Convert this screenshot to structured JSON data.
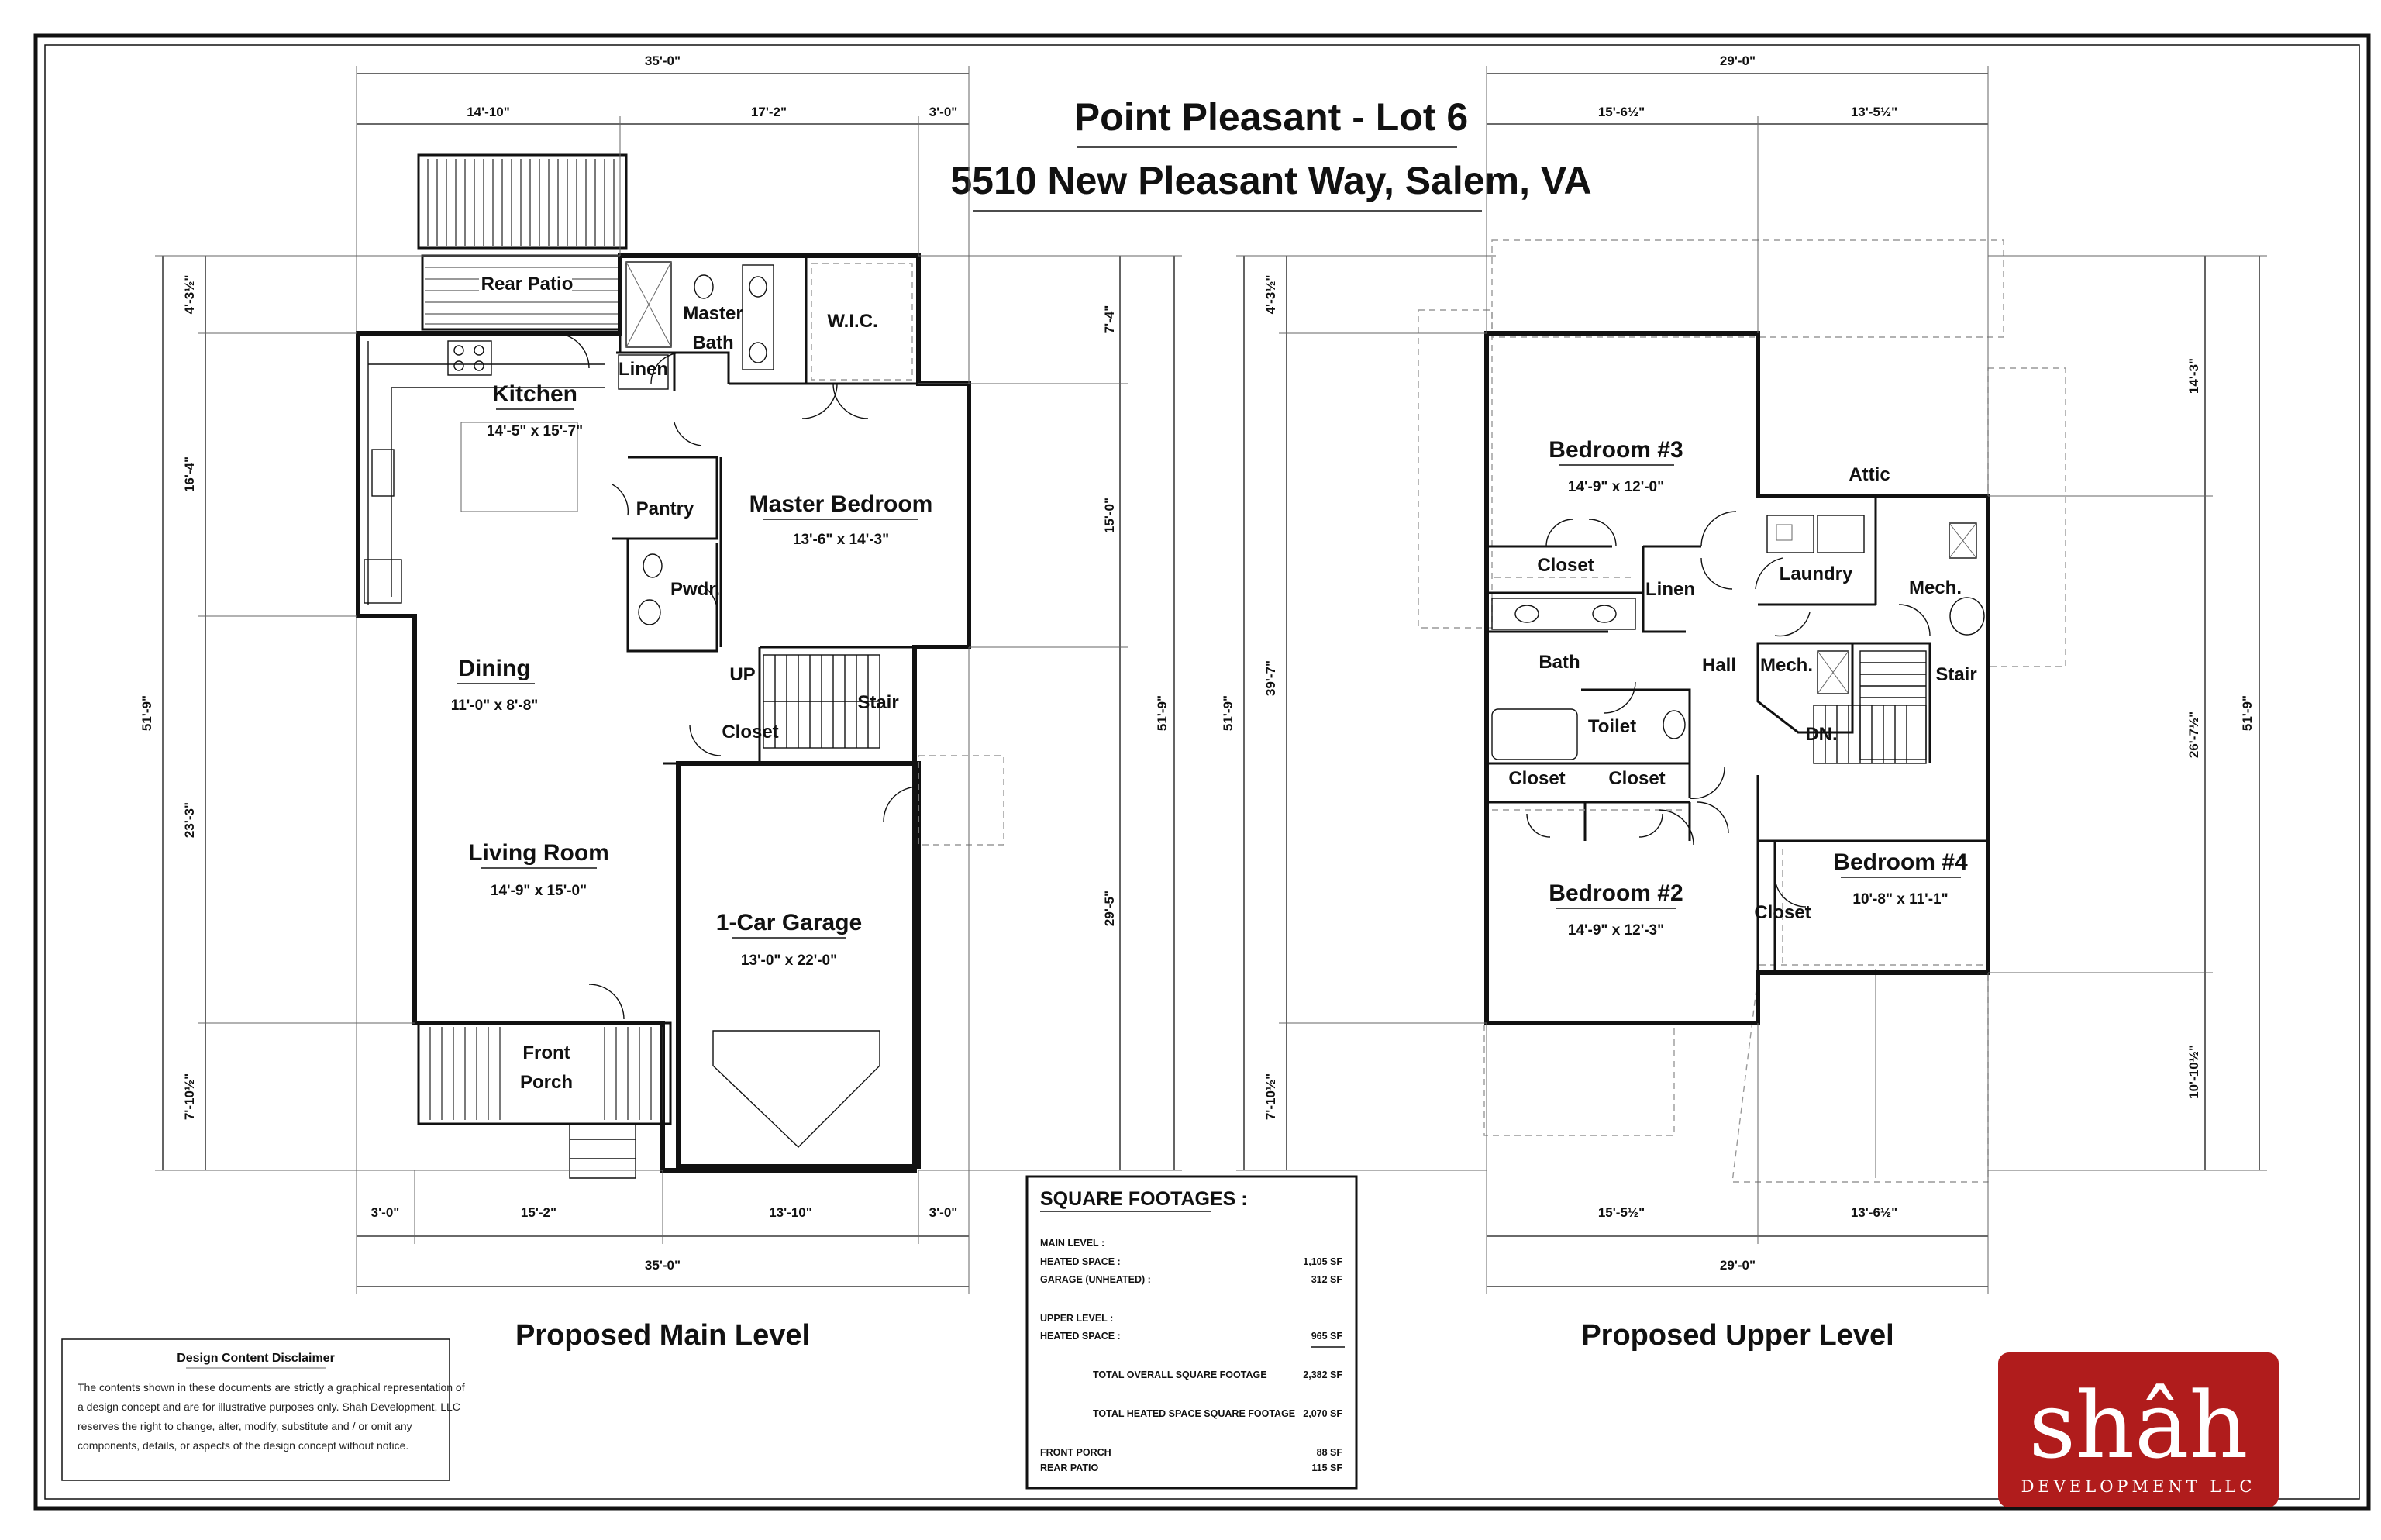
{
  "title": {
    "line1": "Point Pleasant - Lot 6",
    "line2": "5510 New Pleasant Way, Salem, VA"
  },
  "main_level": {
    "label": "Proposed Main Level",
    "rooms": [
      {
        "name": "Rear Patio",
        "dims": ""
      },
      {
        "name": "Kitchen",
        "dims": "14'-5\" x 15'-7\""
      },
      {
        "name": "Master",
        "dims": ""
      },
      {
        "name": "Bath",
        "dims": ""
      },
      {
        "name": "W.I.C.",
        "dims": ""
      },
      {
        "name": "Linen",
        "dims": ""
      },
      {
        "name": "Pantry",
        "dims": ""
      },
      {
        "name": "Master Bedroom",
        "dims": "13'-6\" x 14'-3\""
      },
      {
        "name": "Pwdr.",
        "dims": ""
      },
      {
        "name": "Dining",
        "dims": "11'-0\" x 8'-8\""
      },
      {
        "name": "UP",
        "dims": ""
      },
      {
        "name": "Stair",
        "dims": ""
      },
      {
        "name": "Closet",
        "dims": ""
      },
      {
        "name": "Living Room",
        "dims": "14'-9\" x 15'-0\""
      },
      {
        "name": "1-Car Garage",
        "dims": "13'-0\" x 22'-0\""
      },
      {
        "name": "Front",
        "dims": ""
      },
      {
        "name": "Porch",
        "dims": ""
      }
    ],
    "dims_top": [
      "35'-0\"",
      "14'-10\"",
      "17'-2\"",
      "3'-0\""
    ],
    "dims_bottom": [
      "3'-0\"",
      "15'-2\"",
      "13'-10\"",
      "3'-0\"",
      "35'-0\""
    ],
    "dims_left": [
      "4'-3½\"",
      "16'-4\"",
      "23'-3\"",
      "7'-10½\"",
      "51'-9\""
    ],
    "dims_right": [
      "7'-4\"",
      "15'-0\"",
      "29'-5\"",
      "51'-9\""
    ]
  },
  "upper_level": {
    "label": "Proposed Upper Level",
    "rooms": [
      {
        "name": "Bedroom #3",
        "dims": "14'-9\" x 12'-0\""
      },
      {
        "name": "Attic",
        "dims": ""
      },
      {
        "name": "Closet",
        "dims": ""
      },
      {
        "name": "Linen",
        "dims": ""
      },
      {
        "name": "Laundry",
        "dims": ""
      },
      {
        "name": "Mech.",
        "dims": ""
      },
      {
        "name": "Bath",
        "dims": ""
      },
      {
        "name": "Hall",
        "dims": ""
      },
      {
        "name": "Mech.",
        "dims": ""
      },
      {
        "name": "Stair",
        "dims": ""
      },
      {
        "name": "Toilet",
        "dims": ""
      },
      {
        "name": "DN.",
        "dims": ""
      },
      {
        "name": "Closet",
        "dims": ""
      },
      {
        "name": "Closet",
        "dims": ""
      },
      {
        "name": "Bedroom #4",
        "dims": "10'-8\" x 11'-1\""
      },
      {
        "name": "Closet",
        "dims": ""
      },
      {
        "name": "Bedroom #2",
        "dims": "14'-9\" x 12'-3\""
      }
    ],
    "dims_top": [
      "29'-0\"",
      "15'-6½\"",
      "13'-5½\""
    ],
    "dims_bottom": [
      "15'-5½\"",
      "13'-6½\"",
      "29'-0\""
    ],
    "dims_left": [
      "4'-3½\"",
      "39'-7\"",
      "7'-10½\"",
      "51'-9\""
    ],
    "dims_right": [
      "14'-3\"",
      "26'-7½\"",
      "10'-10½\"",
      "51'-9\""
    ]
  },
  "square_footages": {
    "heading": "SQUARE FOOTAGES :",
    "rows": [
      {
        "label": "MAIN LEVEL :",
        "value": ""
      },
      {
        "label": "HEATED SPACE :",
        "value": "1,105 SF"
      },
      {
        "label": "GARAGE (UNHEATED) :",
        "value": "312 SF"
      },
      {
        "label": "UPPER LEVEL :",
        "value": ""
      },
      {
        "label": "HEATED SPACE :",
        "value": "965 SF"
      },
      {
        "label": "TOTAL OVERALL SQUARE FOOTAGE",
        "value": "2,382 SF"
      },
      {
        "label": "TOTAL HEATED SPACE SQUARE FOOTAGE",
        "value": "2,070 SF"
      },
      {
        "label": "FRONT PORCH",
        "value": "88 SF"
      },
      {
        "label": "REAR PATIO",
        "value": "115 SF"
      }
    ]
  },
  "disclaimer": {
    "heading": "Design Content Disclaimer",
    "lines": [
      "The contents shown in these documents are strictly a graphical representation of",
      "a design concept and are for illustrative purposes only.  Shah Development, LLC",
      "reserves the right to change, alter, modify, substitute and / or omit any",
      "components, details, or aspects of the design concept without notice."
    ]
  },
  "logo": {
    "wordmark": "shâh",
    "tagline": "DEVELOPMENT LLC",
    "color": "#b01c1c"
  }
}
